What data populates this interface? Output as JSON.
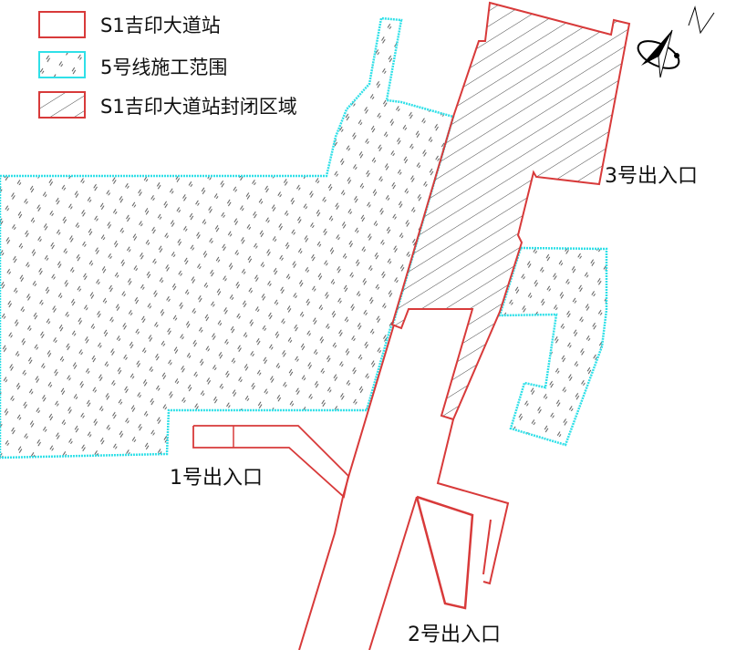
{
  "legend": [
    {
      "label": "S1吉印大道站",
      "style": "red-outline"
    },
    {
      "label": "5号线施工范围",
      "style": "cyan-dotted-pattern"
    },
    {
      "label": "S1吉印大道站封闭区域",
      "style": "red-outline-hatched"
    }
  ],
  "labels": {
    "exit1": "1号出入口",
    "exit2": "2号出入口",
    "exit3": "3号出入口"
  },
  "compass": {
    "north_label": "N"
  },
  "colors": {
    "station": "#d83a3a",
    "line5": "#2fe0e8",
    "hatch": "#333333"
  }
}
